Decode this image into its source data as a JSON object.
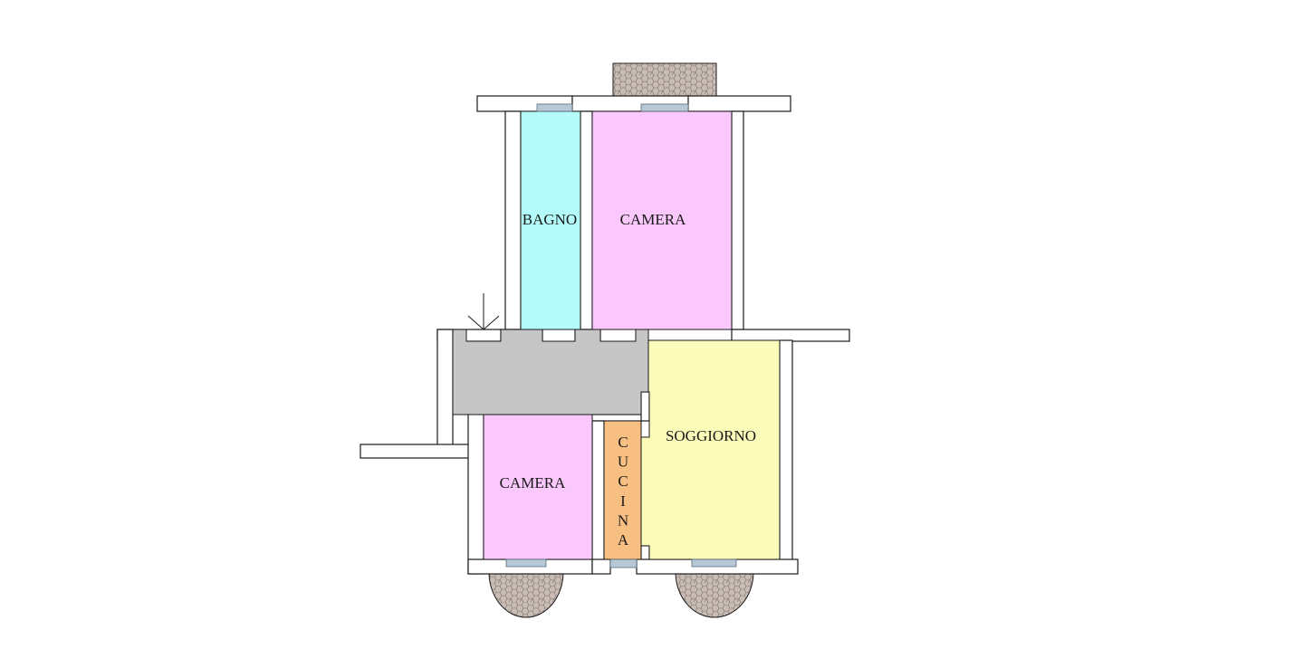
{
  "colors": {
    "bathroom": "#b3fcfb",
    "bedroom": "#fac8fc",
    "living": "#fbfbba",
    "kitchen": "#f8bf82",
    "hallway": "#c7c6c7",
    "window": "#b7c8d6",
    "balcony": "#c9bcb4",
    "wall_outline": "#1a1a1a"
  },
  "rooms": {
    "bathroom": {
      "label": "BAGNO"
    },
    "bedroom_top": {
      "label": "CAMERA"
    },
    "bedroom_bottom": {
      "label": "CAMERA"
    },
    "living": {
      "label": "SOGGIORNO"
    },
    "kitchen": {
      "label": "CUCINA",
      "letters": [
        "C",
        "U",
        "C",
        "I",
        "N",
        "A"
      ]
    }
  },
  "icons": {
    "entrance": "entry-arrow-icon",
    "balcony": "hexagon-pattern-balcony"
  }
}
